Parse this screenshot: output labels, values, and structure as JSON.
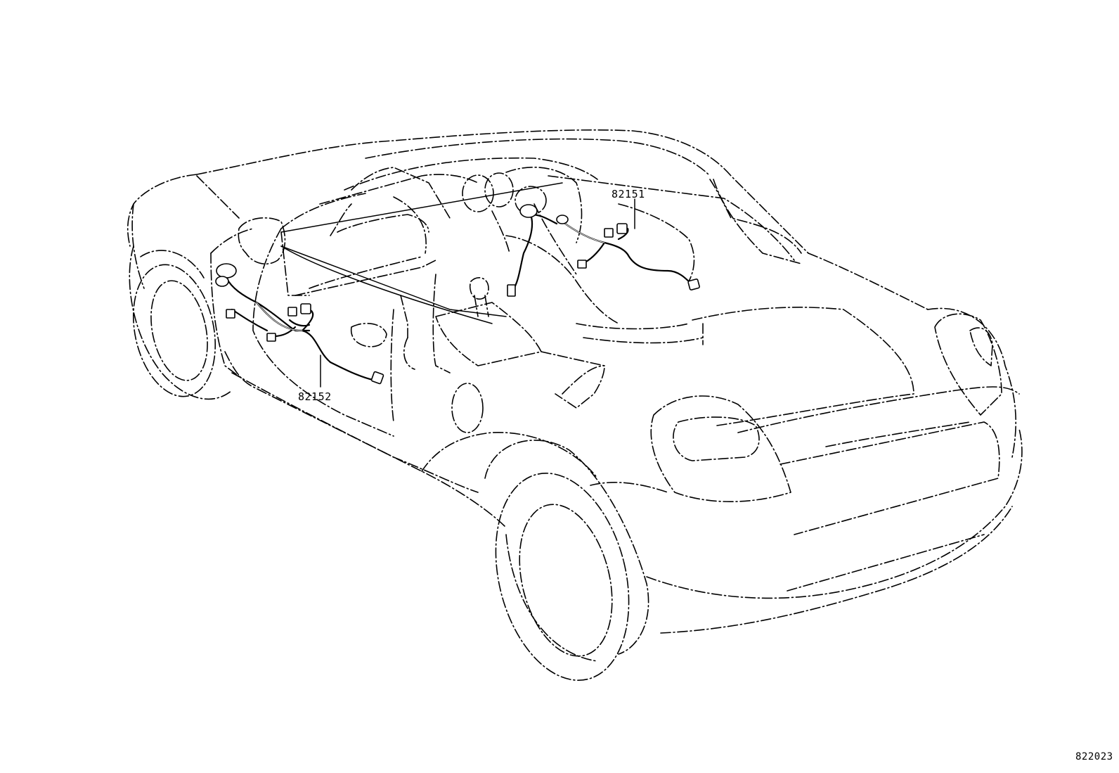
{
  "parts": [
    {
      "number": "82151",
      "description": ""
    },
    {
      "number": "82152",
      "description": ""
    }
  ],
  "diagram_ref": "822023"
}
